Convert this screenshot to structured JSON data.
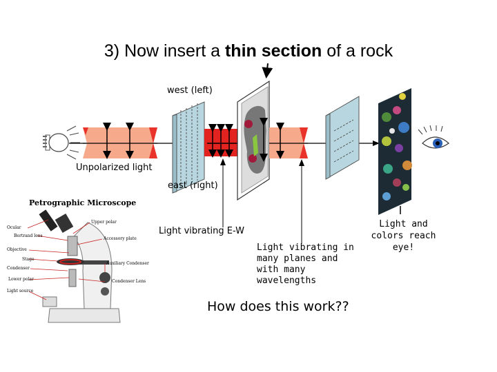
{
  "title": {
    "prefix": "3) Now insert a ",
    "bold": "thin section",
    "suffix": " of a rock"
  },
  "labels": {
    "west": "west (left)",
    "east": "east (right)",
    "unpolarized": "Unpolarized light",
    "vibrating_ew": "Light vibrating E-W",
    "many_planes": "Light vibrating in many planes and with many wavelengths",
    "colors": "Light and colors reach eye!",
    "question": "How does this work??"
  },
  "microscope_photo": {
    "heading": "Petrographic Microscope",
    "parts_left": [
      "Ocular",
      "Bertrand lens",
      "Objective",
      "Stage",
      "Condenser",
      "Lower polar",
      "Light source"
    ],
    "parts_right": [
      "Upper polar",
      "Accessory plate",
      "Auxiliary Condenser",
      "Condenser Lens"
    ]
  },
  "colors": {
    "beam_fill": "#f7a98c",
    "beam_red": "#e8322a",
    "polarizer_face": "#b8d6df",
    "box_red": "#e3231f"
  },
  "icons": {
    "light_source": "lightbulb-icon",
    "eye": "eye-icon"
  }
}
